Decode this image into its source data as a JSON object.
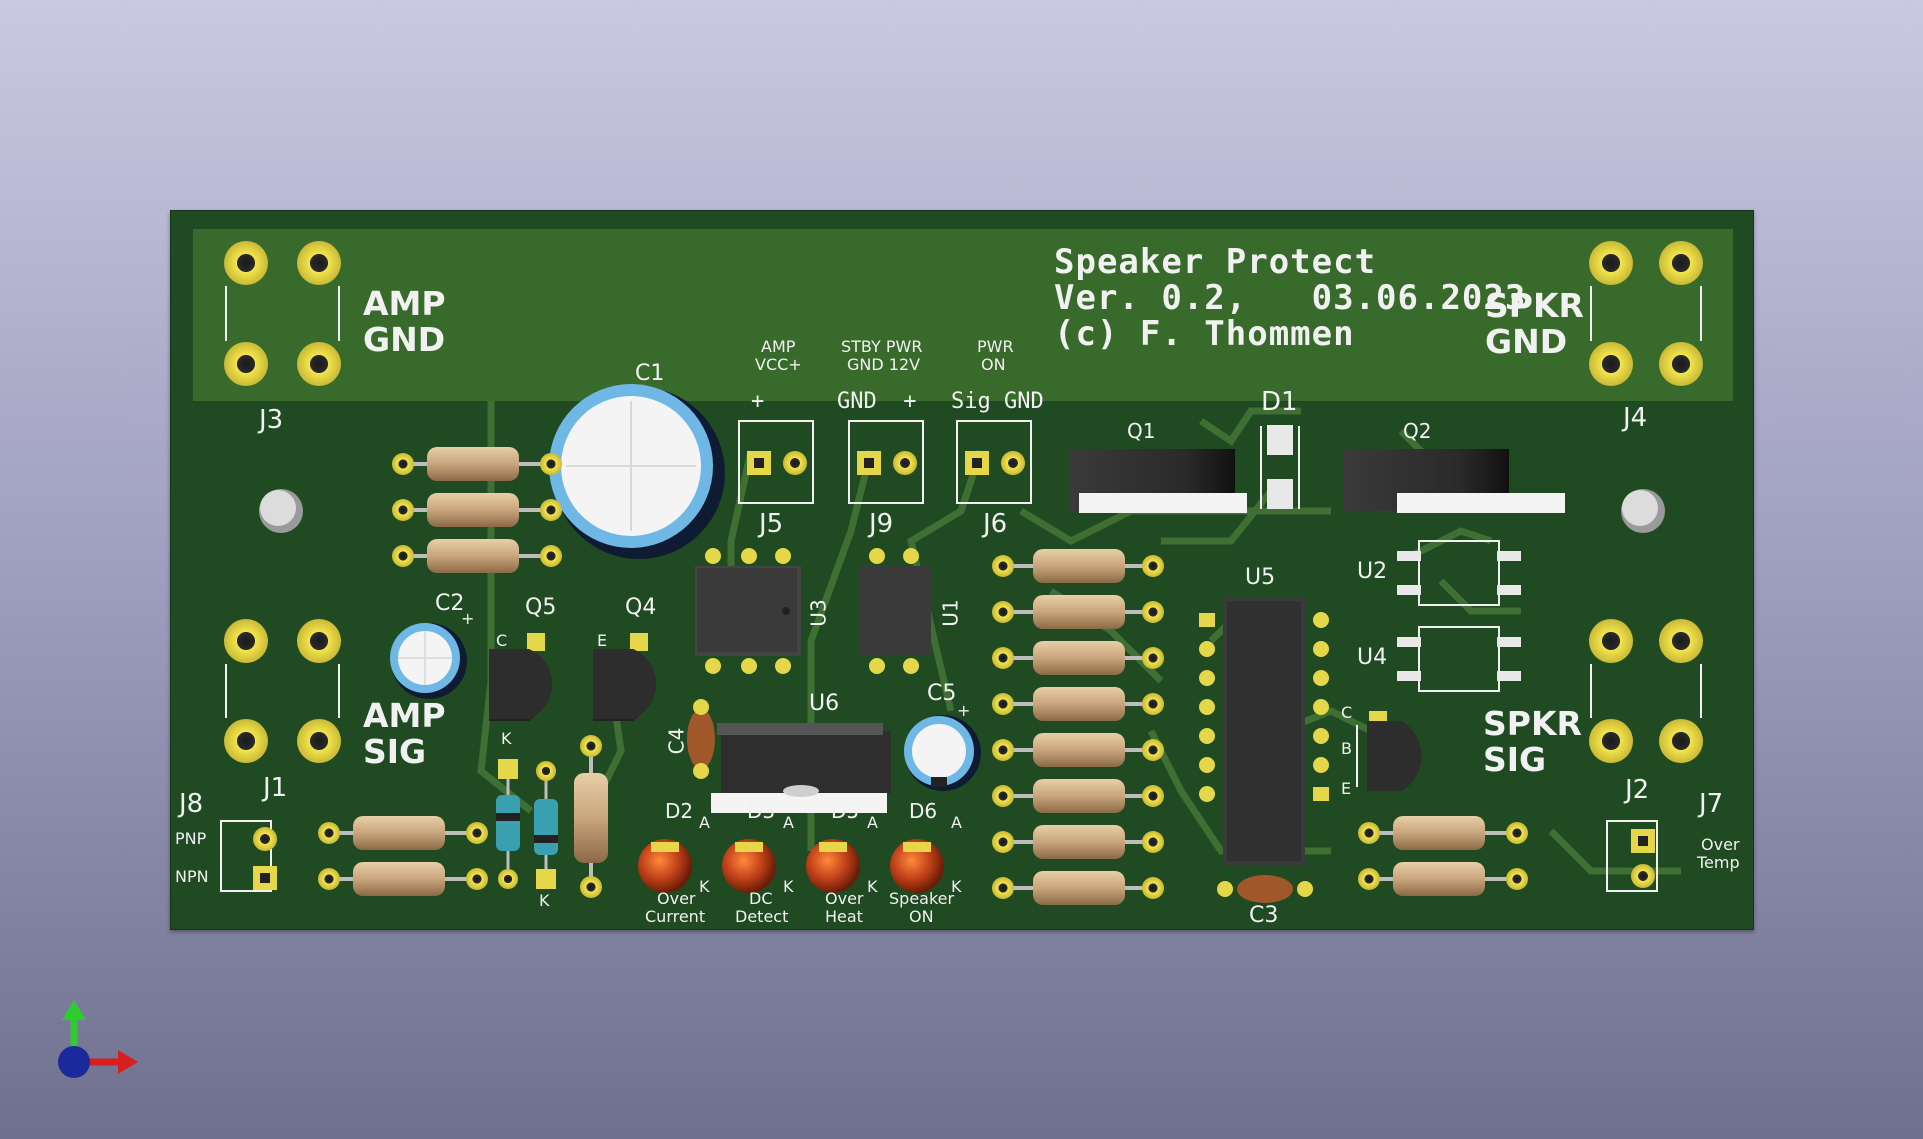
{
  "board": {
    "title_line1": "Speaker Protect",
    "title_line2": "Ver. 0.2,   03.06.2023",
    "title_line3": "(c) F. Thommen"
  },
  "labels": {
    "amp_gnd_1": "AMP",
    "amp_gnd_2": "GND",
    "spkr_gnd_1": "SPKR",
    "spkr_gnd_2": "GND",
    "amp_sig_1": "AMP",
    "amp_sig_2": "SIG",
    "spkr_sig_1": "SPKR",
    "spkr_sig_2": "SIG",
    "amp_vcc_1": "AMP",
    "amp_vcc_2": "VCC+",
    "amp_vcc_pin": "+",
    "stby_1": "STBY PWR",
    "stby_2": "GND 12V",
    "stby_pins": "GND  +",
    "pwr_1": "PWR",
    "pwr_2": "ON",
    "pwr_pins": "Sig GND",
    "pnp": "PNP",
    "npn": "NPN",
    "over_temp_1": "Over",
    "over_temp_2": "Temp",
    "led_over_current_1": "Over",
    "led_over_current_2": "Current",
    "led_dc_1": "DC",
    "led_dc_2": "Detect",
    "led_heat_1": "Over",
    "led_heat_2": "Heat",
    "led_spk_1": "Speaker",
    "led_spk_2": "ON",
    "pin_c": "C",
    "pin_e": "E",
    "pin_b": "B",
    "pin_a": "A",
    "pin_k": "K",
    "pin_plus": "+"
  },
  "refs": {
    "J1": "J1",
    "J2": "J2",
    "J3": "J3",
    "J4": "J4",
    "J5": "J5",
    "J6": "J6",
    "J7": "J7",
    "J8": "J8",
    "J9": "J9",
    "C1": "C1",
    "C2": "C2",
    "C3": "C3",
    "C4": "C4",
    "C5": "C5",
    "Q1": "Q1",
    "Q2": "Q2",
    "Q4": "Q4",
    "Q5": "Q5",
    "U1": "U1",
    "U2": "U2",
    "U3": "U3",
    "U4": "U4",
    "U5": "U5",
    "U6": "U6",
    "D1": "D1",
    "D2": "D2",
    "D3": "D3",
    "D5": "D5",
    "D6": "D6"
  },
  "colors": {
    "board": "#1f4a22",
    "copper_pour": "#386a2c",
    "silkscreen": "#f1f1f1",
    "pad_gold": "#e6d64a",
    "resistor_body": "#c9a57c",
    "ic_body": "#3a3a3a",
    "led": "#c4431a",
    "cap_blue": "#6fb8e6"
  }
}
